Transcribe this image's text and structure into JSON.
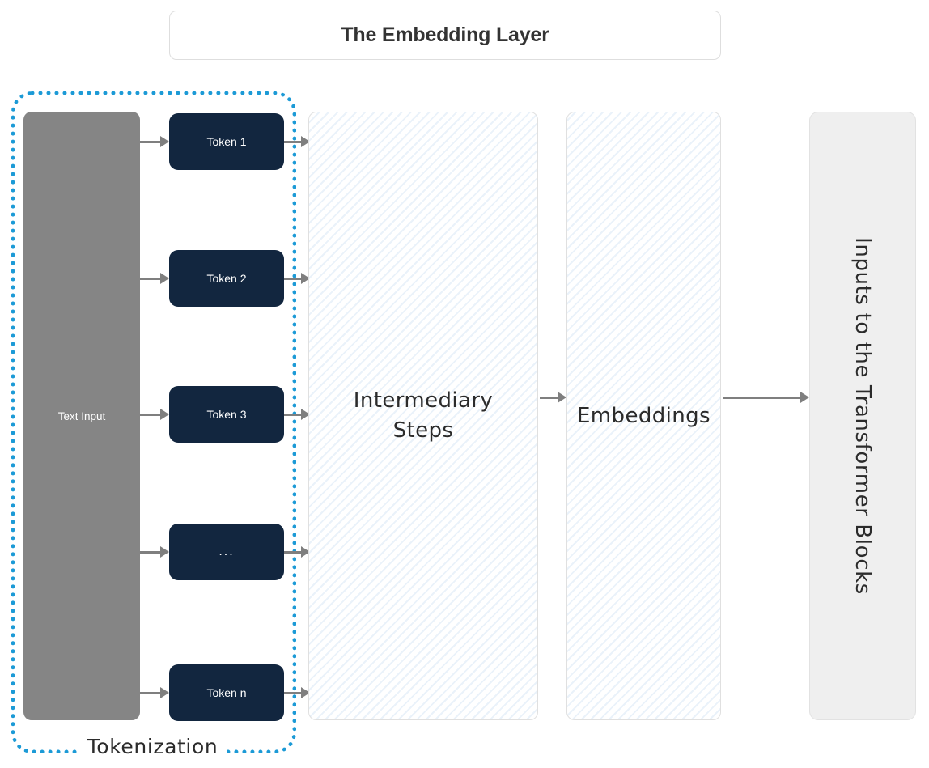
{
  "title": {
    "text": "The Embedding Layer"
  },
  "tokenization": {
    "group_label": "Tokenization",
    "input": {
      "label": "Text Input"
    },
    "tokens": [
      {
        "label": "Token 1"
      },
      {
        "label": "Token 2"
      },
      {
        "label": "Token 3"
      },
      {
        "label": "..."
      },
      {
        "label": "Token n"
      }
    ]
  },
  "pipeline": {
    "intermediary": {
      "line1": "Intermediary",
      "line2": "Steps"
    },
    "embeddings": {
      "label": "Embeddings"
    },
    "output": {
      "label": "Inputs to the Transformer Blocks"
    }
  },
  "colors": {
    "token_fill": "#12263f",
    "token_text": "#ffffff",
    "input_fill": "#858585",
    "dashed_border": "#1c9ad6",
    "arrow": "#7f7f7f",
    "hatch": "#eaf2fa",
    "output_fill": "#efefef",
    "title_text": "#333333"
  }
}
